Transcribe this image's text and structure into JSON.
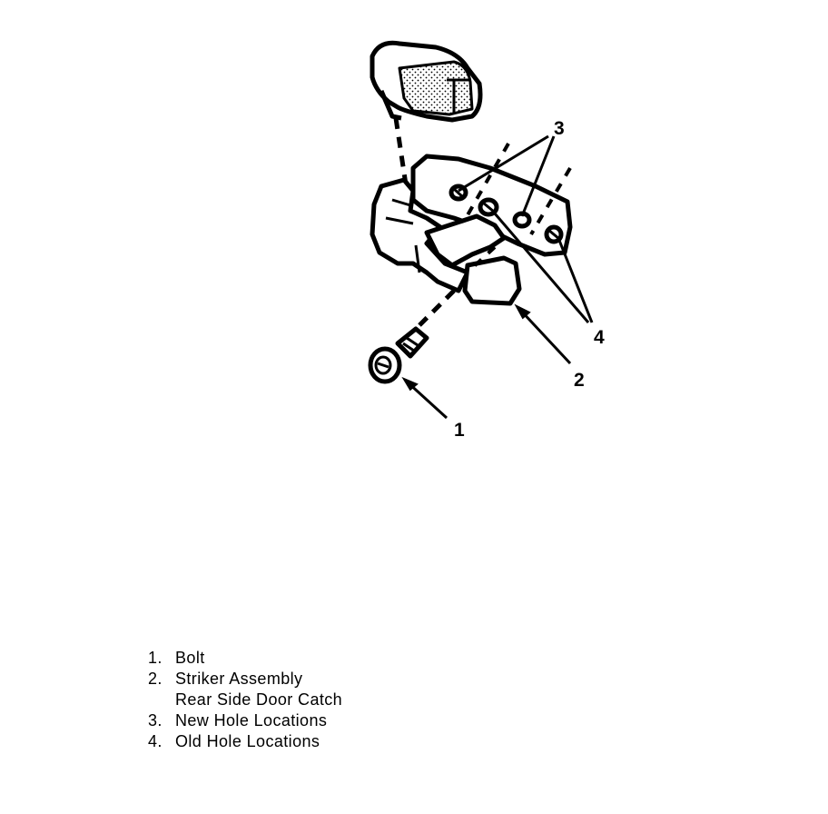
{
  "callouts": {
    "bolt": "1",
    "striker": "2",
    "new_holes": "3",
    "old_holes": "4"
  },
  "legend": [
    {
      "num": "1.",
      "text": "Bolt",
      "sub": ""
    },
    {
      "num": "2.",
      "text": "Striker Assembly",
      "sub": "Rear Side Door Catch"
    },
    {
      "num": "3.",
      "text": "New Hole Locations",
      "sub": ""
    },
    {
      "num": "4.",
      "text": "Old Hole Locations",
      "sub": ""
    }
  ],
  "colors": {
    "ink": "#000000",
    "paper": "#ffffff"
  }
}
